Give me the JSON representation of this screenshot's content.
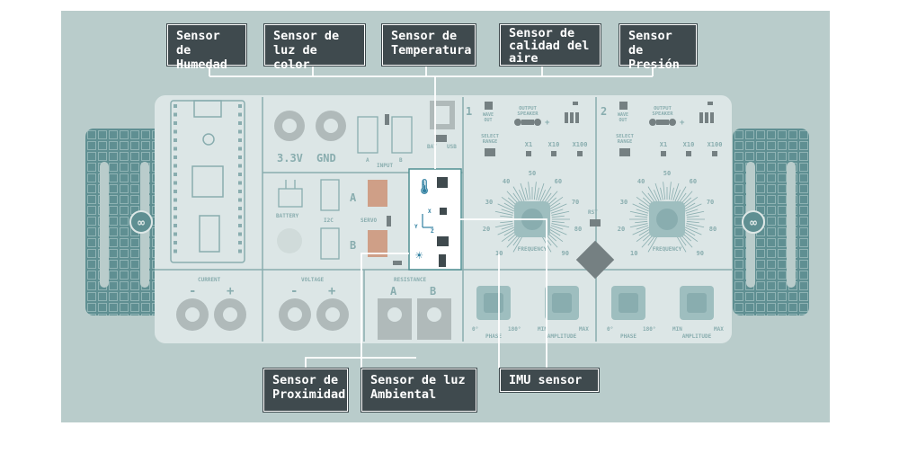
{
  "colors": {
    "background": "#b9cccb",
    "board": "#dde7e6",
    "teal": "#5f8f92",
    "dark": "#3f4a4e",
    "highlight": "#ffffff",
    "connector_orange": "#c97a55"
  },
  "callouts": {
    "humidity": "Sensor de\nHumedad",
    "color_light": "Sensor de\nluz de color",
    "temperature": "Sensor de\nTemperatura",
    "air_quality": "Sensor de\ncalidad del\naire",
    "pressure": "Sensor de\nPresión",
    "proximity": "Sensor de\nProximidad",
    "ambient_light": "Sensor de luz\nAmbiental",
    "imu": "IMU sensor"
  },
  "board": {
    "power": {
      "v33": "3.3V",
      "gnd": "GND"
    },
    "input_label": "INPUT",
    "input_pins": [
      "A",
      "B"
    ],
    "battery_label": "BATTERY",
    "i2c_label": "I2C",
    "servo_label": "SERVO",
    "port_a": "A",
    "port_b": "B",
    "bat_label": "BAT",
    "usb_label": "USB",
    "rst_label": "RST",
    "current": {
      "label": "CURRENT",
      "minus": "-",
      "plus": "+"
    },
    "voltage": {
      "label": "VOLTAGE",
      "minus": "-",
      "plus": "+"
    },
    "resistance": {
      "label": "RESISTANCE",
      "a": "A",
      "b": "B"
    },
    "generators": [
      {
        "number": "1",
        "wave_out": [
          "WAVE",
          "OUT"
        ],
        "output_speaker": [
          "OUTPUT",
          "SPEAKER"
        ],
        "select_range": [
          "SELECT",
          "RANGE"
        ],
        "multipliers": [
          "X1",
          "X10",
          "X100"
        ],
        "dial_ticks": [
          "10",
          "20",
          "30",
          "40",
          "50",
          "60",
          "70",
          "80",
          "90"
        ],
        "frequency": "FREQUENCY",
        "phase": "PHASE",
        "phase_range": [
          "0°",
          "180°"
        ],
        "amplitude": "AMPLITUDE",
        "amplitude_range": [
          "MIN",
          "MAX"
        ]
      },
      {
        "number": "2",
        "wave_out": [
          "WAVE",
          "OUT"
        ],
        "output_speaker": [
          "OUTPUT",
          "SPEAKER"
        ],
        "select_range": [
          "SELECT",
          "RANGE"
        ],
        "multipliers": [
          "X1",
          "X10",
          "X100"
        ],
        "dial_ticks": [
          "10",
          "20",
          "30",
          "40",
          "50",
          "60",
          "70",
          "80",
          "90"
        ],
        "frequency": "FREQUENCY",
        "phase": "PHASE",
        "phase_range": [
          "0°",
          "180°"
        ],
        "amplitude": "AMPLITUDE",
        "amplitude_range": [
          "MIN",
          "MAX"
        ]
      }
    ],
    "axes": {
      "x": "X",
      "y": "Y",
      "z": "Z"
    }
  }
}
